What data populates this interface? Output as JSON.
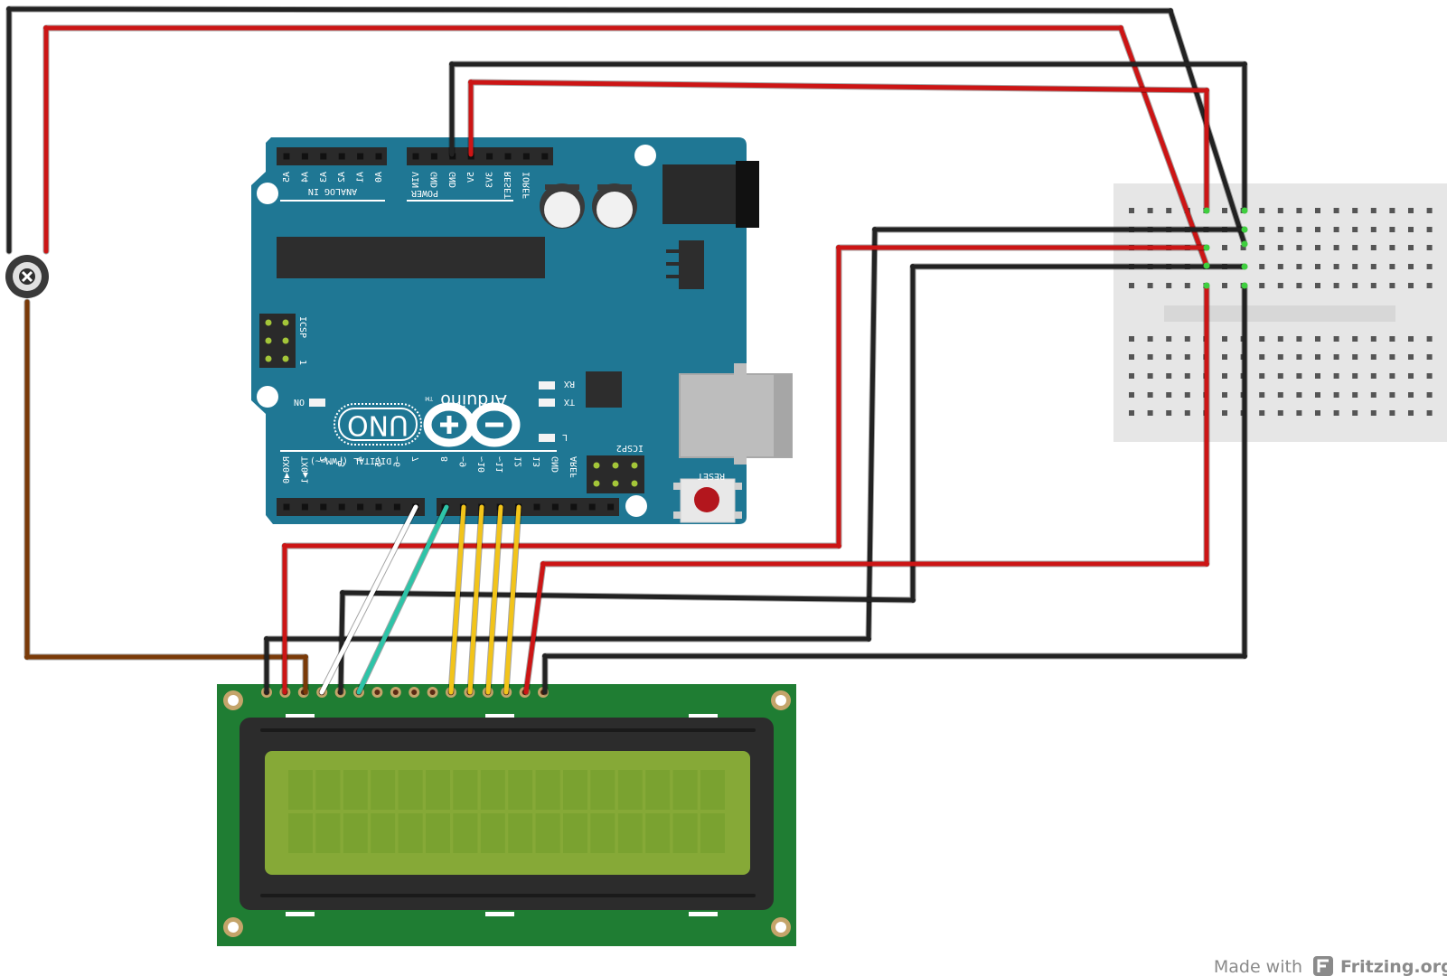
{
  "colors": {
    "board": "#1f7794",
    "board_dark": "#155d76",
    "lcd_pcb": "#1f7d33",
    "lcd_frame": "#2c2c2c",
    "lcd_screen": "#86a937",
    "wire_red": "#cc1515",
    "wire_black": "#222222",
    "wire_brown": "#7a3a08",
    "wire_yellow": "#f2c41a",
    "wire_teal": "#2ec4a8",
    "wire_white": "#ffffff",
    "breadboard": "#e6e6e6"
  },
  "icons": {
    "potentiometer": "potentiometer-icon",
    "fritzing_logo": "fritzing-logo-icon"
  },
  "arduino": {
    "analog_header_label": "ANALOG IN",
    "analog_pins": [
      "A5",
      "A4",
      "A3",
      "A2",
      "A1",
      "A0"
    ],
    "power_header_label": "POWER",
    "power_pins": [
      "VIN",
      "GND",
      "GND",
      "5V",
      "3V3",
      "RESET",
      "IOREF"
    ],
    "icsp_label": "ICSP",
    "icsp_pin1": "1",
    "brand": "Arduino",
    "tm": "TM",
    "model": "UNO",
    "on_label": "ON",
    "rx_label": "RX",
    "tx_label": "TX",
    "l_label": "L",
    "icsp2_label": "ICSP2",
    "reset_label": "RESET",
    "digital_label": "DIGITAL (PWM=~)",
    "digital_pins_low": [
      "RX0◀0",
      "TX0▶1",
      "2",
      "~3",
      "4",
      "~5",
      "~6",
      "7"
    ],
    "digital_pins_high": [
      "8",
      "~9",
      "~10",
      "~11",
      "12",
      "13",
      "GND",
      "AREF"
    ]
  },
  "watermark": {
    "made_with": "Made with",
    "brand": "Fritzing.org"
  }
}
